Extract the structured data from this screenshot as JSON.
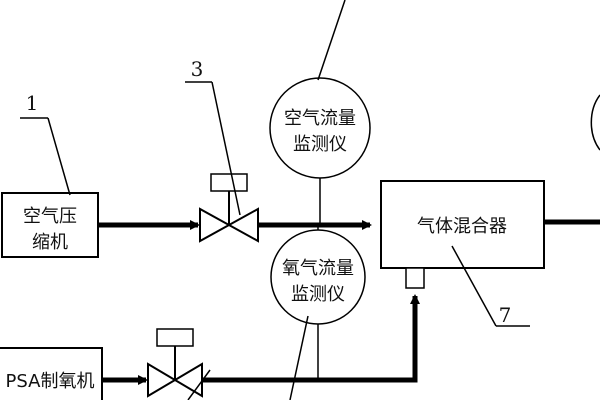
{
  "components": {
    "air_compressor": {
      "line1": "空气压",
      "line2": "缩机"
    },
    "psa_generator": {
      "label": "PSA制氧机"
    },
    "air_flow_monitor": {
      "line1": "空气流量",
      "line2": "监测仪"
    },
    "oxygen_flow_monitor": {
      "line1": "氧气流量",
      "line2": "监测仪"
    },
    "gas_mixer": {
      "label": "气体混合器"
    }
  },
  "callouts": {
    "compressor_ref": "1",
    "valve_ref": "3",
    "mixer_ref": "7"
  }
}
